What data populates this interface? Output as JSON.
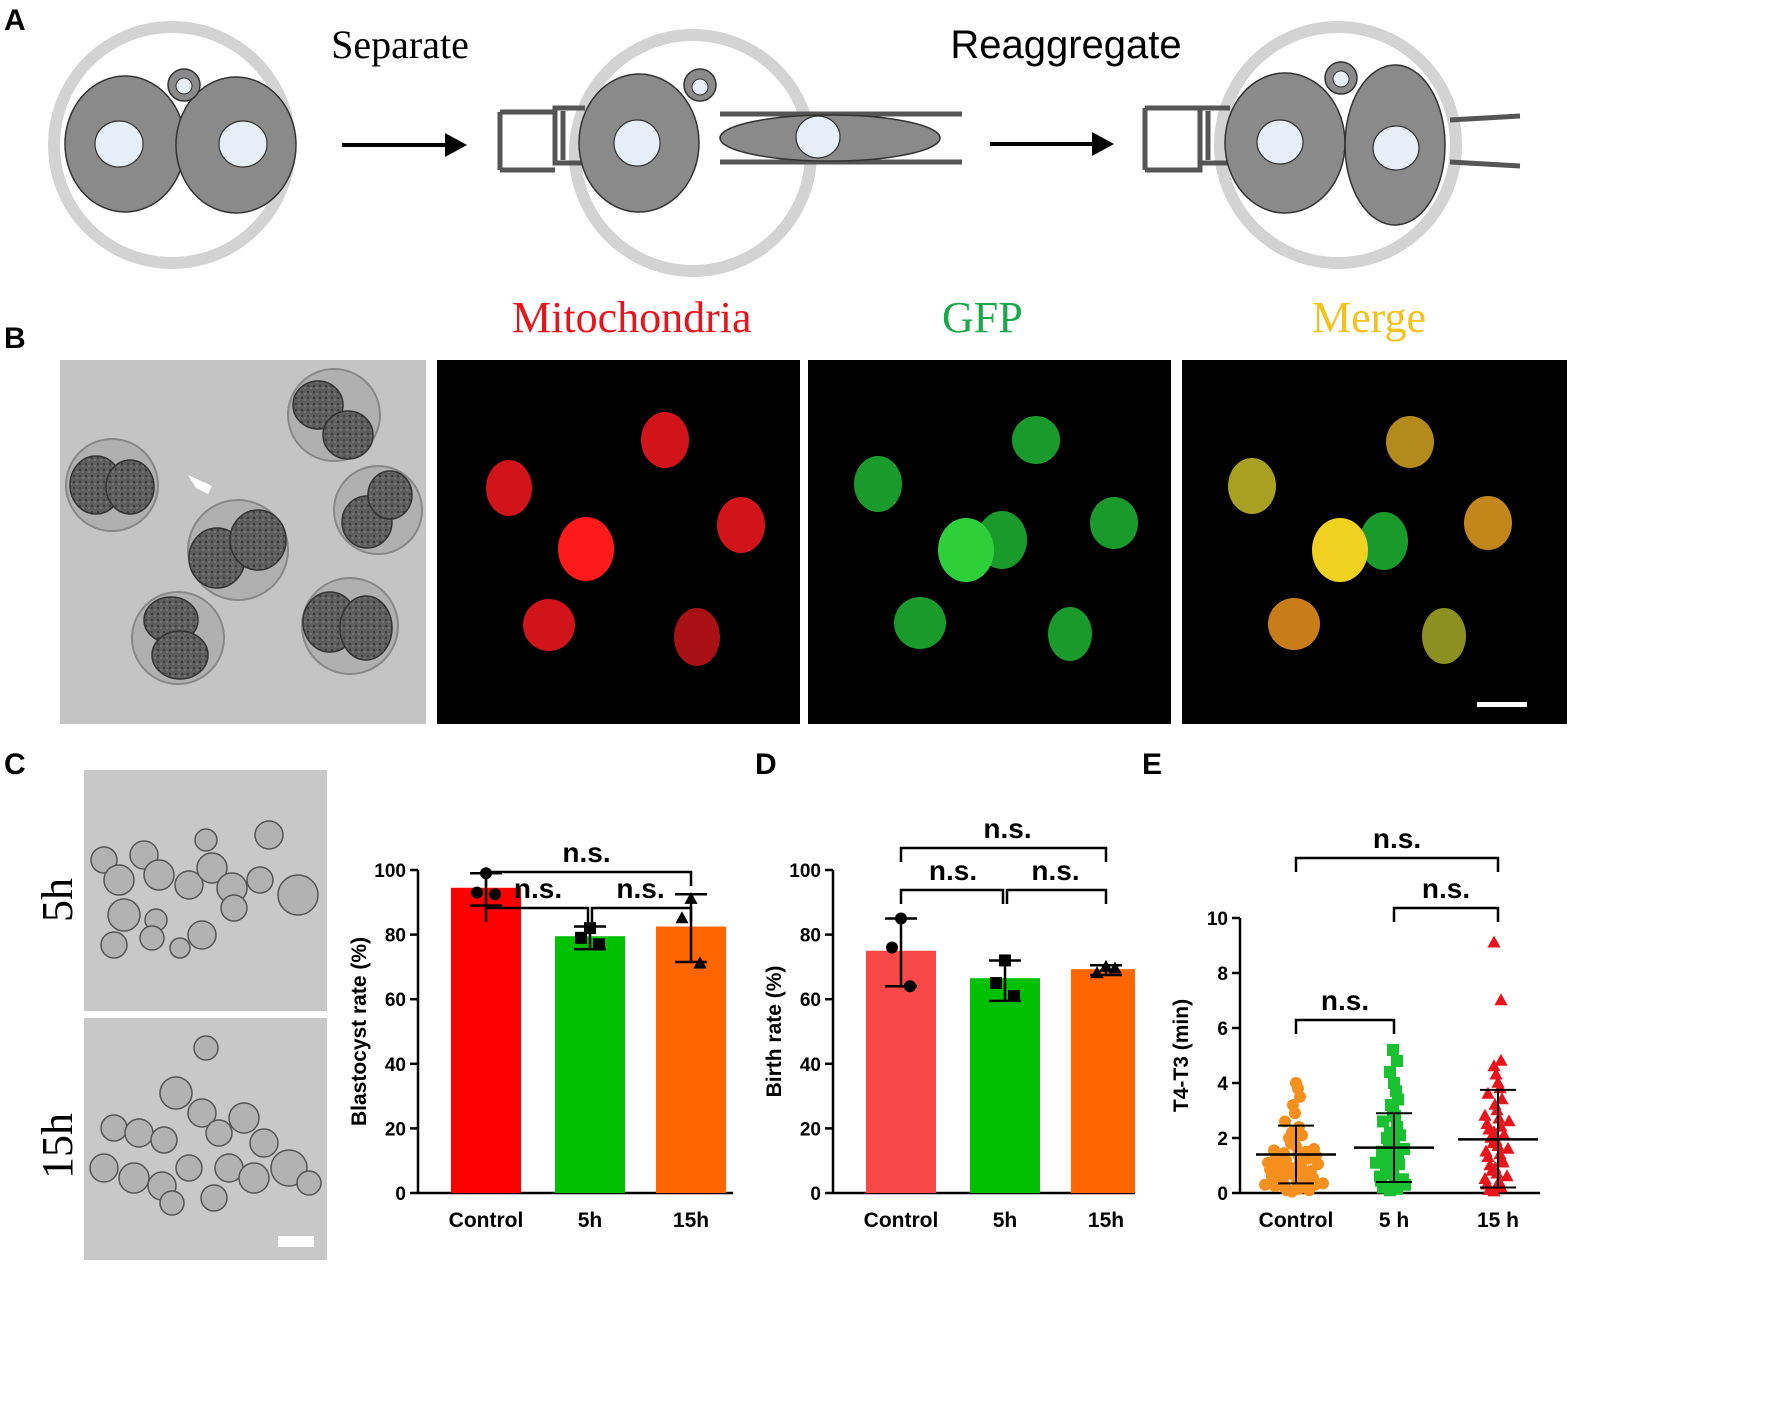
{
  "figure": {
    "panel_labels": [
      "A",
      "B",
      "C",
      "D",
      "E"
    ],
    "panel_a": {
      "step1_label": "Separate",
      "step2_label": "Reaggregate"
    },
    "panel_b": {
      "channels": [
        "Mitochondria",
        "GFP",
        "Merge"
      ],
      "channel_colors": [
        "#e8141c",
        "#19a84a",
        "#f2c21a"
      ]
    },
    "panel_c": {
      "image_labels": [
        "5h",
        "15h"
      ]
    },
    "colors": {
      "control_c": "#ff0000",
      "h5_c": "#00c000",
      "h15_c": "#ff6600",
      "control_d": "#f84848",
      "control_e": "#f5901e",
      "h5_e": "#19c030",
      "h15_e": "#e8141c"
    }
  },
  "chart_data": [
    {
      "panel": "C",
      "type": "bar",
      "categories": [
        "Control",
        "5h",
        "15h"
      ],
      "values": [
        94.5,
        79.5,
        82.5
      ],
      "error": [
        [
          89,
          99
        ],
        [
          75.5,
          82.5
        ],
        [
          71.5,
          92.5
        ]
      ],
      "points": [
        [
          99,
          93,
          92.5
        ],
        [
          82,
          79,
          77
        ],
        [
          91,
          85,
          71
        ]
      ],
      "point_markers": [
        "circle",
        "square",
        "triangle"
      ],
      "ylabel": "Blastocyst rate (%)",
      "ylim": [
        0,
        100
      ],
      "yticks": [
        0,
        20,
        40,
        60,
        80,
        100
      ],
      "significance": [
        {
          "from": "Control",
          "to": "15h",
          "label": "n.s."
        },
        {
          "from": "Control",
          "to": "5h",
          "label": "n.s."
        },
        {
          "from": "5h",
          "to": "15h",
          "label": "n.s."
        }
      ]
    },
    {
      "panel": "D",
      "type": "bar",
      "categories": [
        "Control",
        "5h",
        "15h"
      ],
      "values": [
        75,
        66.5,
        69.3
      ],
      "error": [
        [
          64,
          85
        ],
        [
          59.5,
          72
        ],
        [
          67.5,
          70.5
        ]
      ],
      "points": [
        [
          85,
          76,
          64
        ],
        [
          72,
          65,
          61
        ],
        [
          70,
          68,
          69.5
        ]
      ],
      "point_markers": [
        "circle",
        "square",
        "triangle"
      ],
      "ylabel": "Birth rate (%)",
      "ylim": [
        0,
        100
      ],
      "yticks": [
        0,
        20,
        40,
        60,
        80,
        100
      ],
      "significance": [
        {
          "from": "Control",
          "to": "15h",
          "label": "n.s."
        },
        {
          "from": "Control",
          "to": "5h",
          "label": "n.s."
        },
        {
          "from": "5h",
          "to": "15h",
          "label": "n.s."
        }
      ]
    },
    {
      "panel": "E",
      "type": "scatter",
      "categories": [
        "Control",
        "5 h",
        "15 h"
      ],
      "means": [
        1.4,
        1.65,
        1.95
      ],
      "sd": [
        [
          0.35,
          2.45
        ],
        [
          0.4,
          2.9
        ],
        [
          0.2,
          3.75
        ]
      ],
      "point_markers": [
        "circle",
        "square",
        "triangle"
      ],
      "points": [
        [
          0.05,
          0.1,
          0.1,
          0.15,
          0.2,
          0.2,
          0.25,
          0.3,
          0.3,
          0.35,
          0.4,
          0.4,
          0.5,
          0.5,
          0.55,
          0.6,
          0.65,
          0.7,
          0.7,
          0.75,
          0.8,
          0.85,
          0.9,
          0.95,
          1.0,
          1.0,
          1.05,
          1.1,
          1.15,
          1.2,
          1.25,
          1.3,
          1.35,
          1.4,
          1.45,
          1.5,
          1.55,
          1.6,
          1.7,
          1.8,
          1.9,
          2.0,
          2.1,
          2.2,
          2.4,
          2.6,
          2.9,
          3.2,
          3.5,
          3.8,
          4.0
        ],
        [
          0.1,
          0.15,
          0.2,
          0.3,
          0.4,
          0.45,
          0.5,
          0.6,
          0.7,
          0.8,
          0.9,
          1.0,
          1.05,
          1.1,
          1.2,
          1.3,
          1.4,
          1.5,
          1.6,
          1.7,
          1.8,
          1.9,
          2.0,
          2.1,
          2.2,
          2.4,
          2.6,
          2.8,
          3.0,
          3.2,
          3.4,
          3.7,
          4.0,
          4.4,
          4.8,
          5.2
        ],
        [
          0.05,
          0.1,
          0.2,
          0.3,
          0.4,
          0.5,
          0.6,
          0.7,
          0.8,
          0.9,
          1.0,
          1.1,
          1.2,
          1.3,
          1.4,
          1.5,
          1.6,
          1.7,
          1.8,
          1.9,
          2.0,
          2.1,
          2.2,
          2.3,
          2.4,
          2.5,
          2.6,
          2.7,
          2.8,
          3.0,
          3.2,
          3.4,
          3.6,
          3.8,
          4.0,
          4.3,
          4.6,
          4.8,
          7.0,
          9.1
        ]
      ],
      "ylabel": "T4-T3 (min)",
      "ylim": [
        0,
        10
      ],
      "yticks": [
        0,
        2,
        4,
        6,
        8,
        10
      ],
      "significance": [
        {
          "from": "Control",
          "to": "15 h",
          "label": "n.s."
        },
        {
          "from": "5 h",
          "to": "15 h",
          "label": "n.s."
        },
        {
          "from": "Control",
          "to": "5 h",
          "label": "n.s."
        }
      ]
    }
  ]
}
